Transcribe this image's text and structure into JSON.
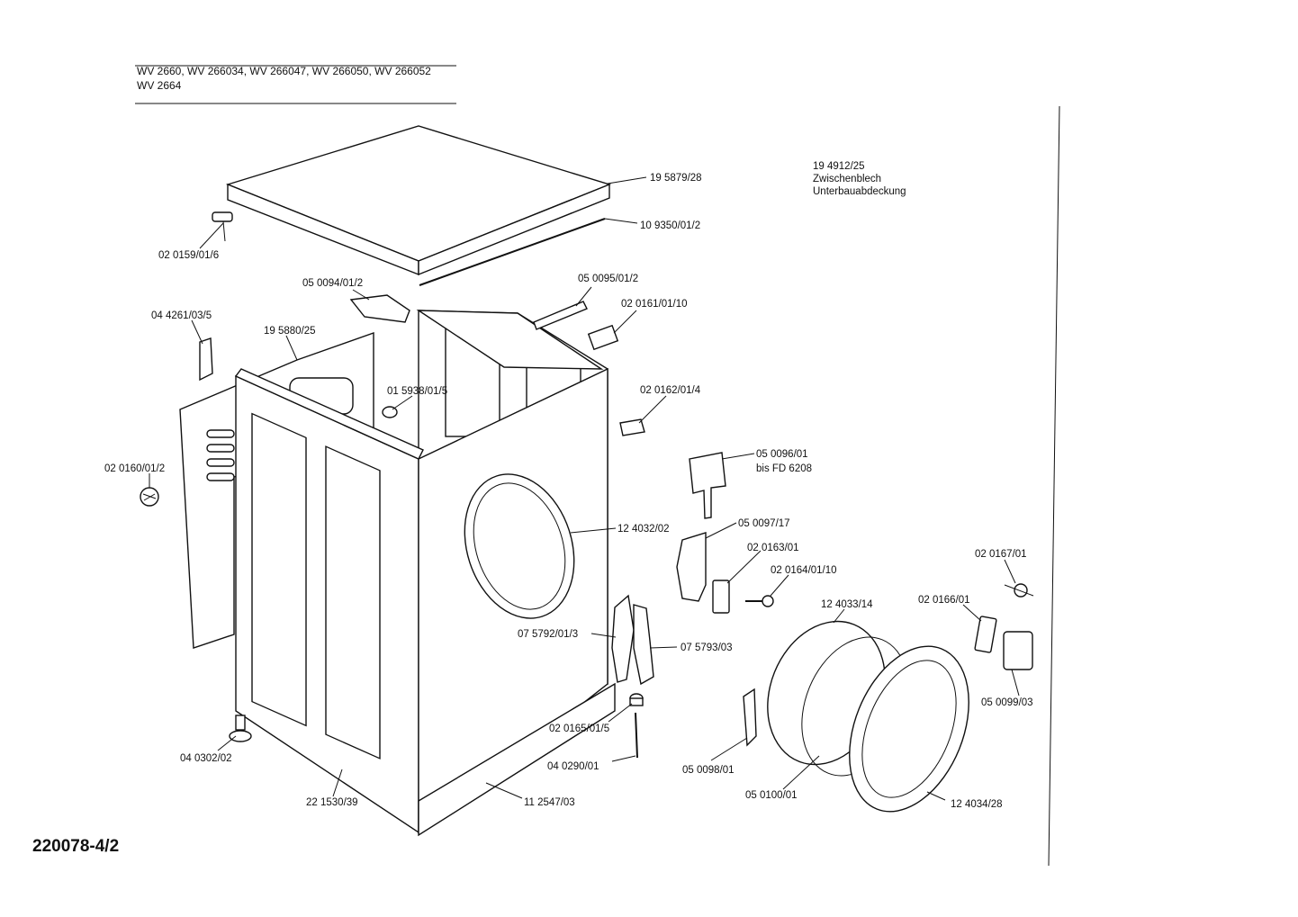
{
  "header": {
    "models_line1": "WV 2660, WV 266034, WV 266047, WV 266050, WV 266052",
    "models_line2": "WV 2664"
  },
  "note": {
    "part_no": "19 4912/25",
    "line1": "Zwischenblech",
    "line2": "Unterbauabdeckung"
  },
  "doc_id": "220078-4/2",
  "labels": {
    "top_cover": "19 5879/28",
    "top_strip": "10 9350/01/2",
    "clip_top_left": "02 0159/01/6",
    "bracket_top": "05 0094/01/2",
    "rail_top": "05 0095/01/2",
    "hinge_left": "04 4261/03/5",
    "back_panel": "19 5880/25",
    "clip_right_top": "02 0161/01/10",
    "knob_small": "01 5938/01/5",
    "clip_side": "02 0162/01/4",
    "plug_left": "02 0160/01/2",
    "latch_upper": "05 0096/01",
    "latch_upper_note": "bis FD 6208",
    "front_ring": "12 4032/02",
    "latch_lower": "05 0097/17",
    "clip_mid": "02 0163/01",
    "screw": "02 0164/01/10",
    "pin_right": "02 0167/01",
    "seal": "12 4033/14",
    "switch_clip": "02 0166/01",
    "hinge_a": "07 5792/01/3",
    "hinge_b": "07 5793/03",
    "switch": "05 0099/03",
    "foot": "04 0302/02",
    "cap": "02 0165/01/5",
    "bolt": "04 0290/01",
    "bracket_door": "05 0098/01",
    "clamp_ring": "05 0100/01",
    "door_ring": "12 4034/28",
    "cabinet": "22 1530/39",
    "kick_plate": "11 2547/03"
  }
}
